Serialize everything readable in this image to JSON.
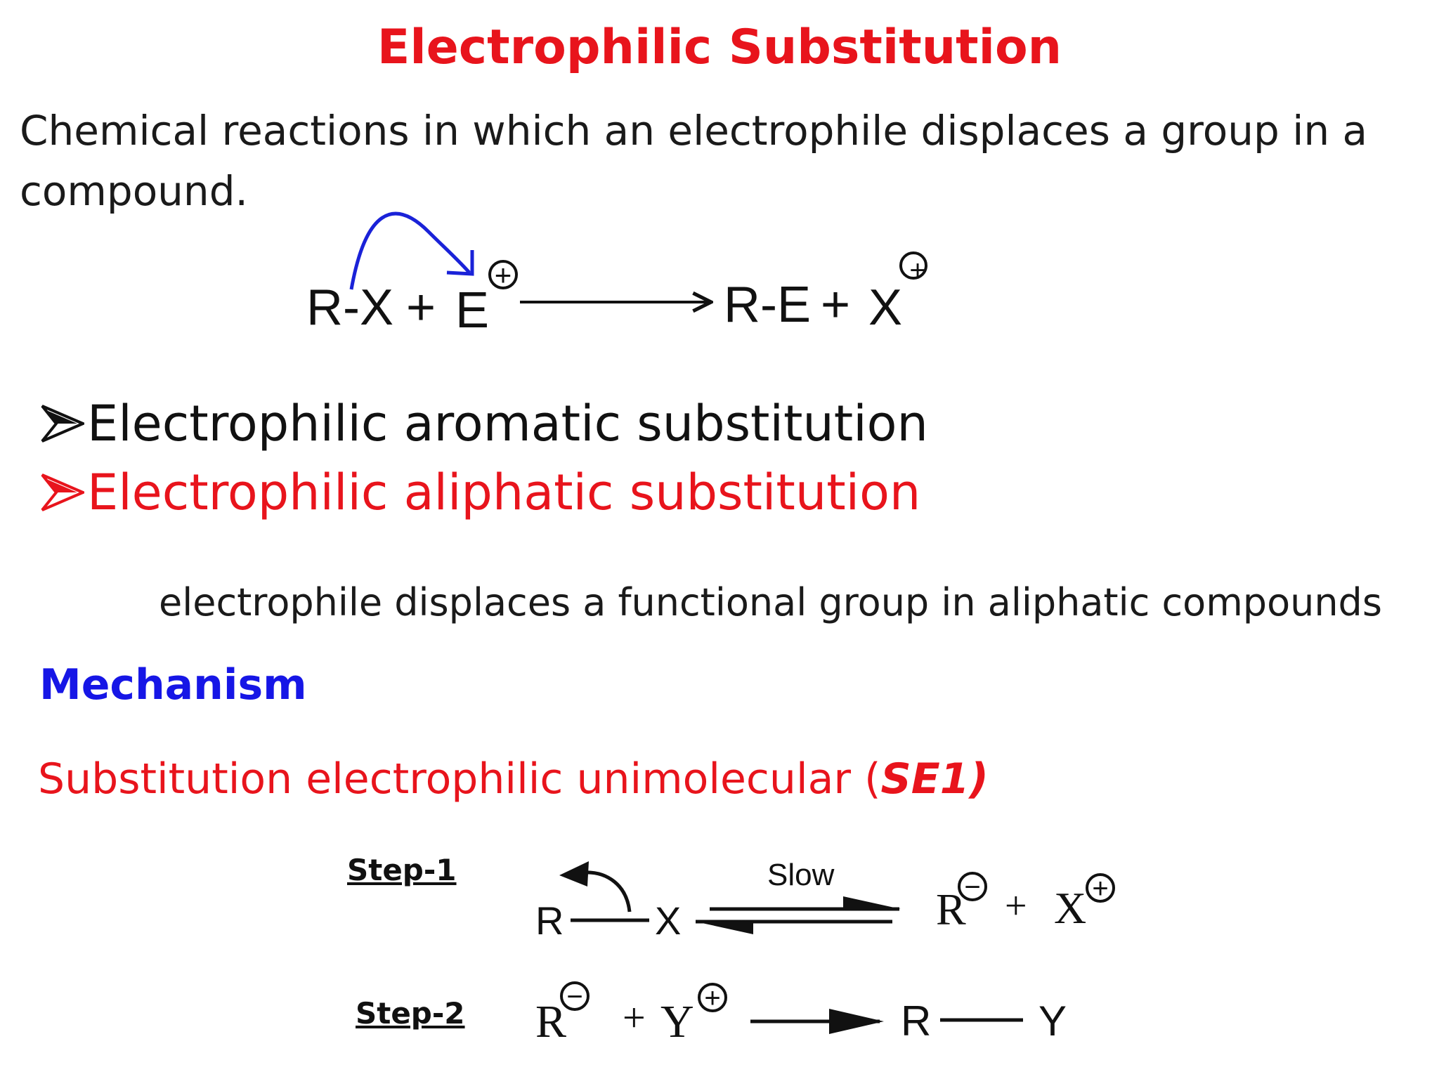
{
  "title": "Electrophilic Substitution",
  "definition": {
    "line1": "Chemical reactions in which an electrophile displaces a group in a",
    "line2": "compound."
  },
  "general_reaction": {
    "reactant1": "R-X",
    "plus1": "+",
    "reactant2": "E",
    "reactant2_charge": "+",
    "product1": "R-E",
    "plus2": "+",
    "product2": "X",
    "product2_charge": "+"
  },
  "bullets": [
    {
      "text": "Electrophilic aromatic substitution",
      "color": "#111111"
    },
    {
      "text": "Electrophilic aliphatic substitution",
      "color": "#e8141c"
    }
  ],
  "aliphatic_definition": "electrophile displaces a functional group  in aliphatic compounds",
  "mechanism_heading": "Mechanism",
  "se1": {
    "prefix": "Substitution electrophilic unimolecular (",
    "abbrev": "SE1)"
  },
  "step1": {
    "label": "Step-1",
    "left_atom": "R",
    "right_atom": "X",
    "condition": "Slow",
    "product1": "R",
    "product1_charge": "−",
    "plus": "+",
    "product2": "X",
    "product2_charge": "+"
  },
  "step2": {
    "label": "Step-2",
    "reactant1": "R",
    "reactant1_charge": "−",
    "plus": "+",
    "reactant2": "Y",
    "reactant2_charge": "+",
    "product_left": "R",
    "product_right": "Y"
  },
  "colors": {
    "title": "#e8141c",
    "mechanism": "#1616e6",
    "curved_arrow": "#1a22d8"
  }
}
